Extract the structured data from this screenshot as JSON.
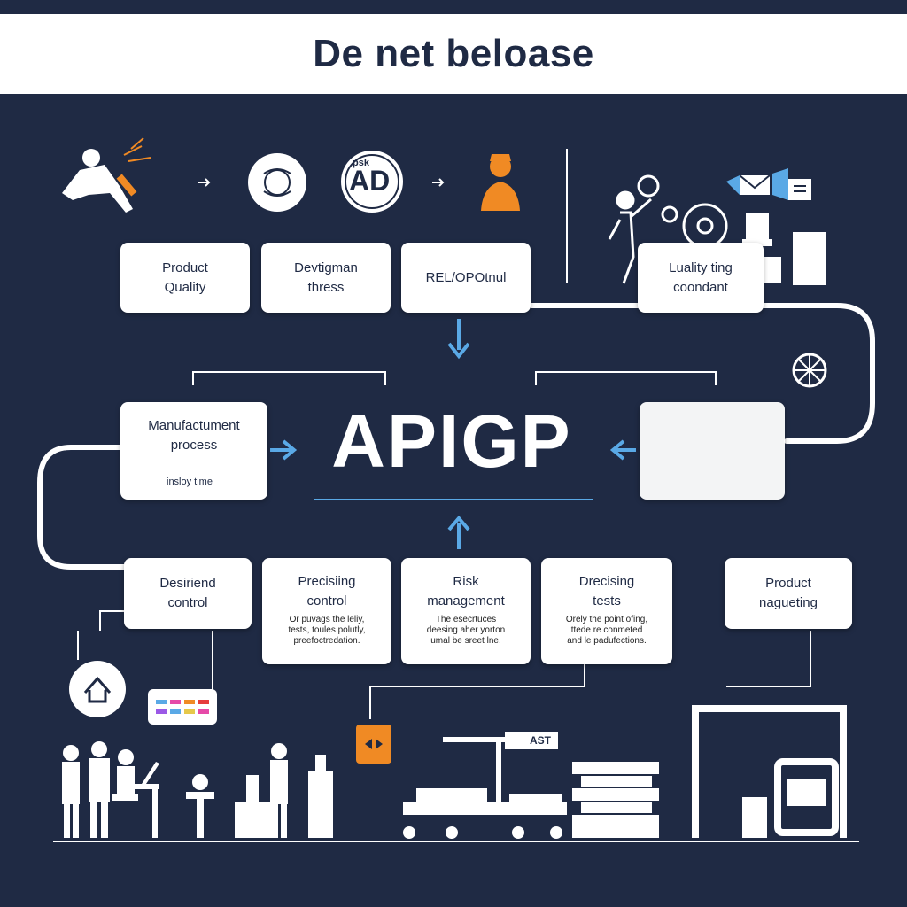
{
  "title": "De net beloase",
  "center_label": "APIGP",
  "colors": {
    "background": "#1f2a44",
    "accent_blue": "#5aa9e6",
    "accent_orange": "#f08a24",
    "card": "#ffffff"
  },
  "icons": {
    "ad_badge_small": "psk",
    "ad_badge_big": "AD",
    "machine_tag": "AST"
  },
  "cards": {
    "product_quality": "Product\nQuality",
    "development_thress": "Devtigman\nthress",
    "rel_opotnul": "REL/OPOtnul",
    "quality_ting": "Luality ting\ncoondant",
    "manufacturing_process": "Manufactument\nprocess",
    "manufacturing_sub": "insloy time",
    "desirend_control": "Desiriend\ncontrol",
    "precising_control": "Precisiing\ncontrol",
    "precising_desc": "Or puvags the leliy,\ntests, toules polutly,\npreefoctredation.",
    "risk_management": "Risk\nmanagement",
    "risk_desc": "The esecrtuces\ndeesing aher yorton\numal be sreet lne.",
    "drecising_tests": "Drecising\ntests",
    "drecising_desc": "Orely the point ofing,\nttede re conmeted\nand le padufections.",
    "product_nagueting": "Product\nnagueting"
  }
}
